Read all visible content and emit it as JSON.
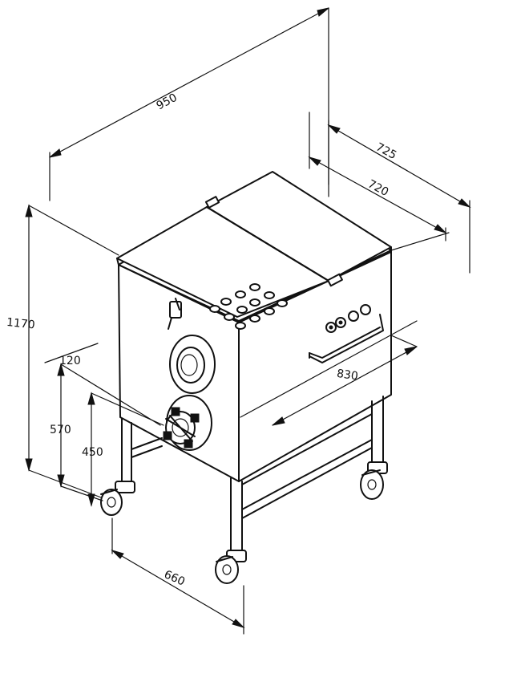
{
  "dimensions": {
    "overall_length": "950",
    "overall_depth": "725",
    "lid_depth": "720",
    "total_height": "1170",
    "outlet_offset": "120",
    "body_length": "830",
    "outlet_height_upper": "570",
    "outlet_height_lower": "450",
    "frame_width": "660"
  }
}
